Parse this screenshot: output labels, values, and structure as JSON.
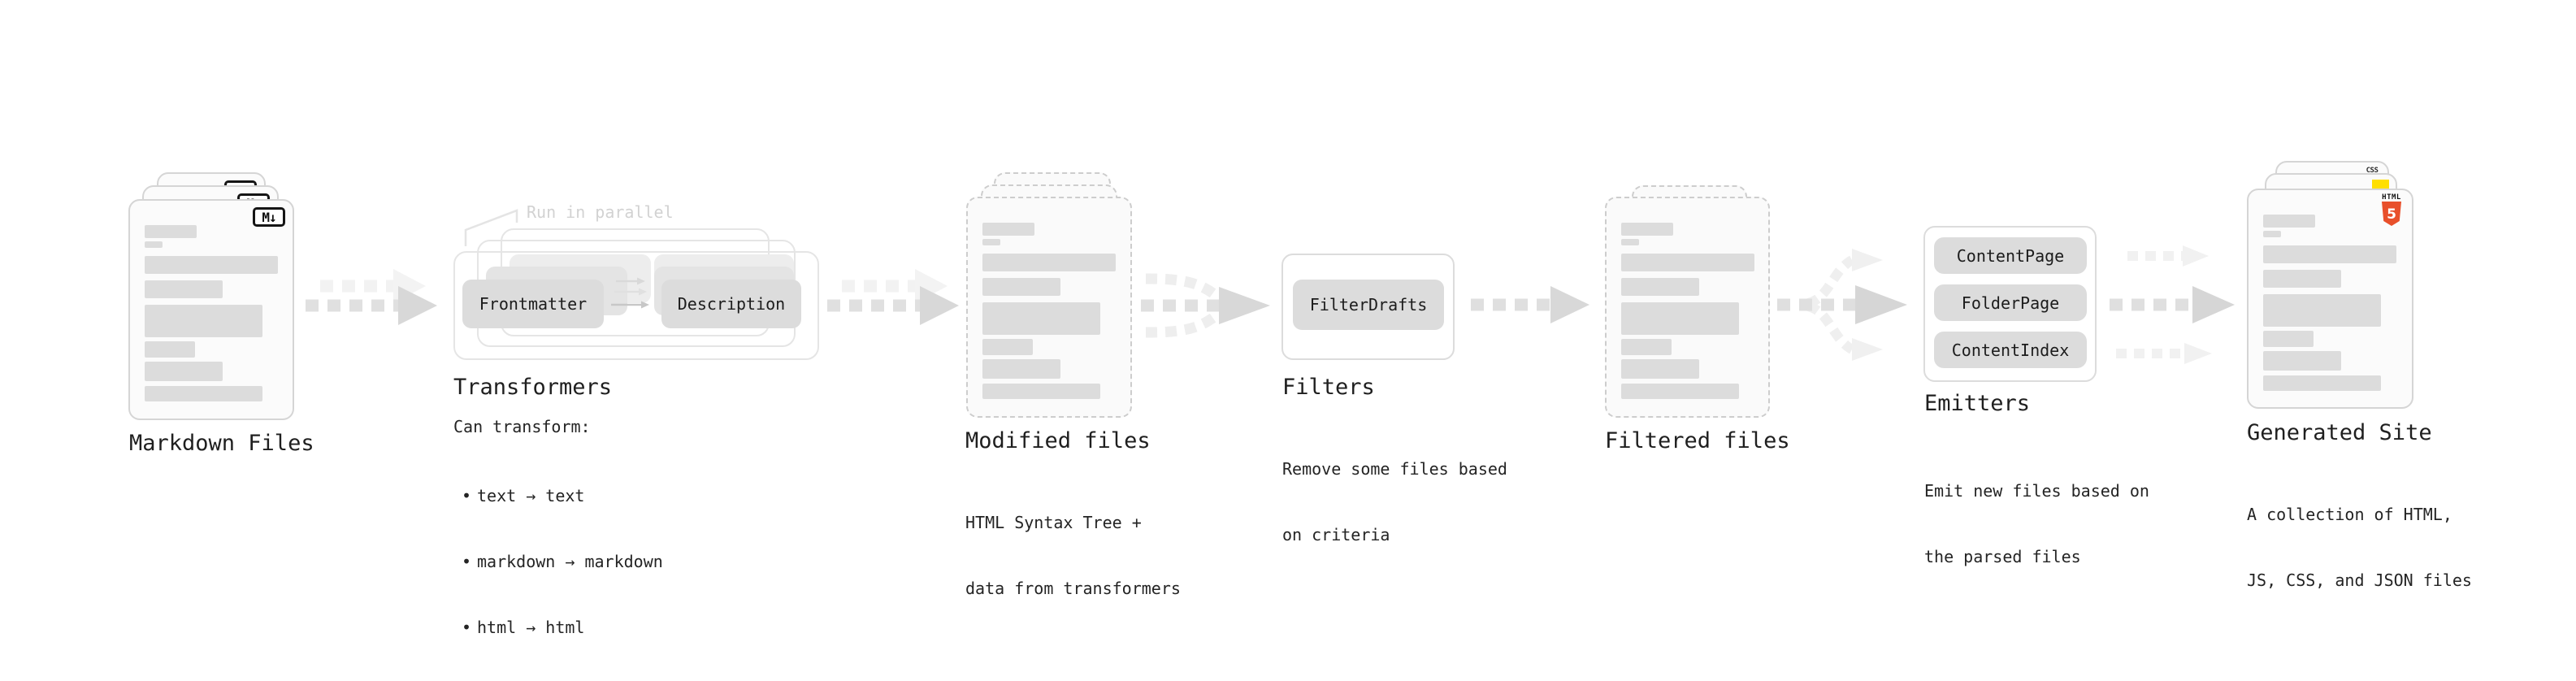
{
  "ui": {
    "bullet": "•"
  },
  "nodes": {
    "markdown": {
      "title": "Markdown Files",
      "badge": "M↓"
    },
    "transformers": {
      "title": "Transformers",
      "annotation": "Run in parallel",
      "button_frontmatter": "Frontmatter",
      "button_description": "Description",
      "subtitle": "Can transform:",
      "bullets": [
        "text → text",
        "markdown → markdown",
        "html → html"
      ]
    },
    "modified": {
      "title": "Modified files",
      "desc_lines": [
        "HTML Syntax Tree +",
        "data from transformers"
      ]
    },
    "filters": {
      "title": "Filters",
      "button": "FilterDrafts",
      "desc_lines": [
        "Remove some files based",
        "on criteria"
      ]
    },
    "filtered": {
      "title": "Filtered files"
    },
    "emitters": {
      "title": "Emitters",
      "buttons": [
        "ContentPage",
        "FolderPage",
        "ContentIndex"
      ],
      "desc_lines": [
        "Emit new files based on",
        "the parsed files"
      ]
    },
    "generated": {
      "title": "Generated Site",
      "desc_lines": [
        "A collection of HTML,",
        "JS, CSS, and JSON files"
      ],
      "badge_css": "CSS",
      "badge_html_label": "HTML",
      "badge_html_number": "5"
    }
  },
  "colors": {
    "css_blue": "#2d65f1",
    "js_yellow": "#ffdf00",
    "html_orange": "#e8502b",
    "arrow_gray": "#dfdfdf",
    "arrow_ghost": "#f1f1f1",
    "text_dark": "#1f1f1f",
    "annotation_gray": "#d2d2d2"
  }
}
